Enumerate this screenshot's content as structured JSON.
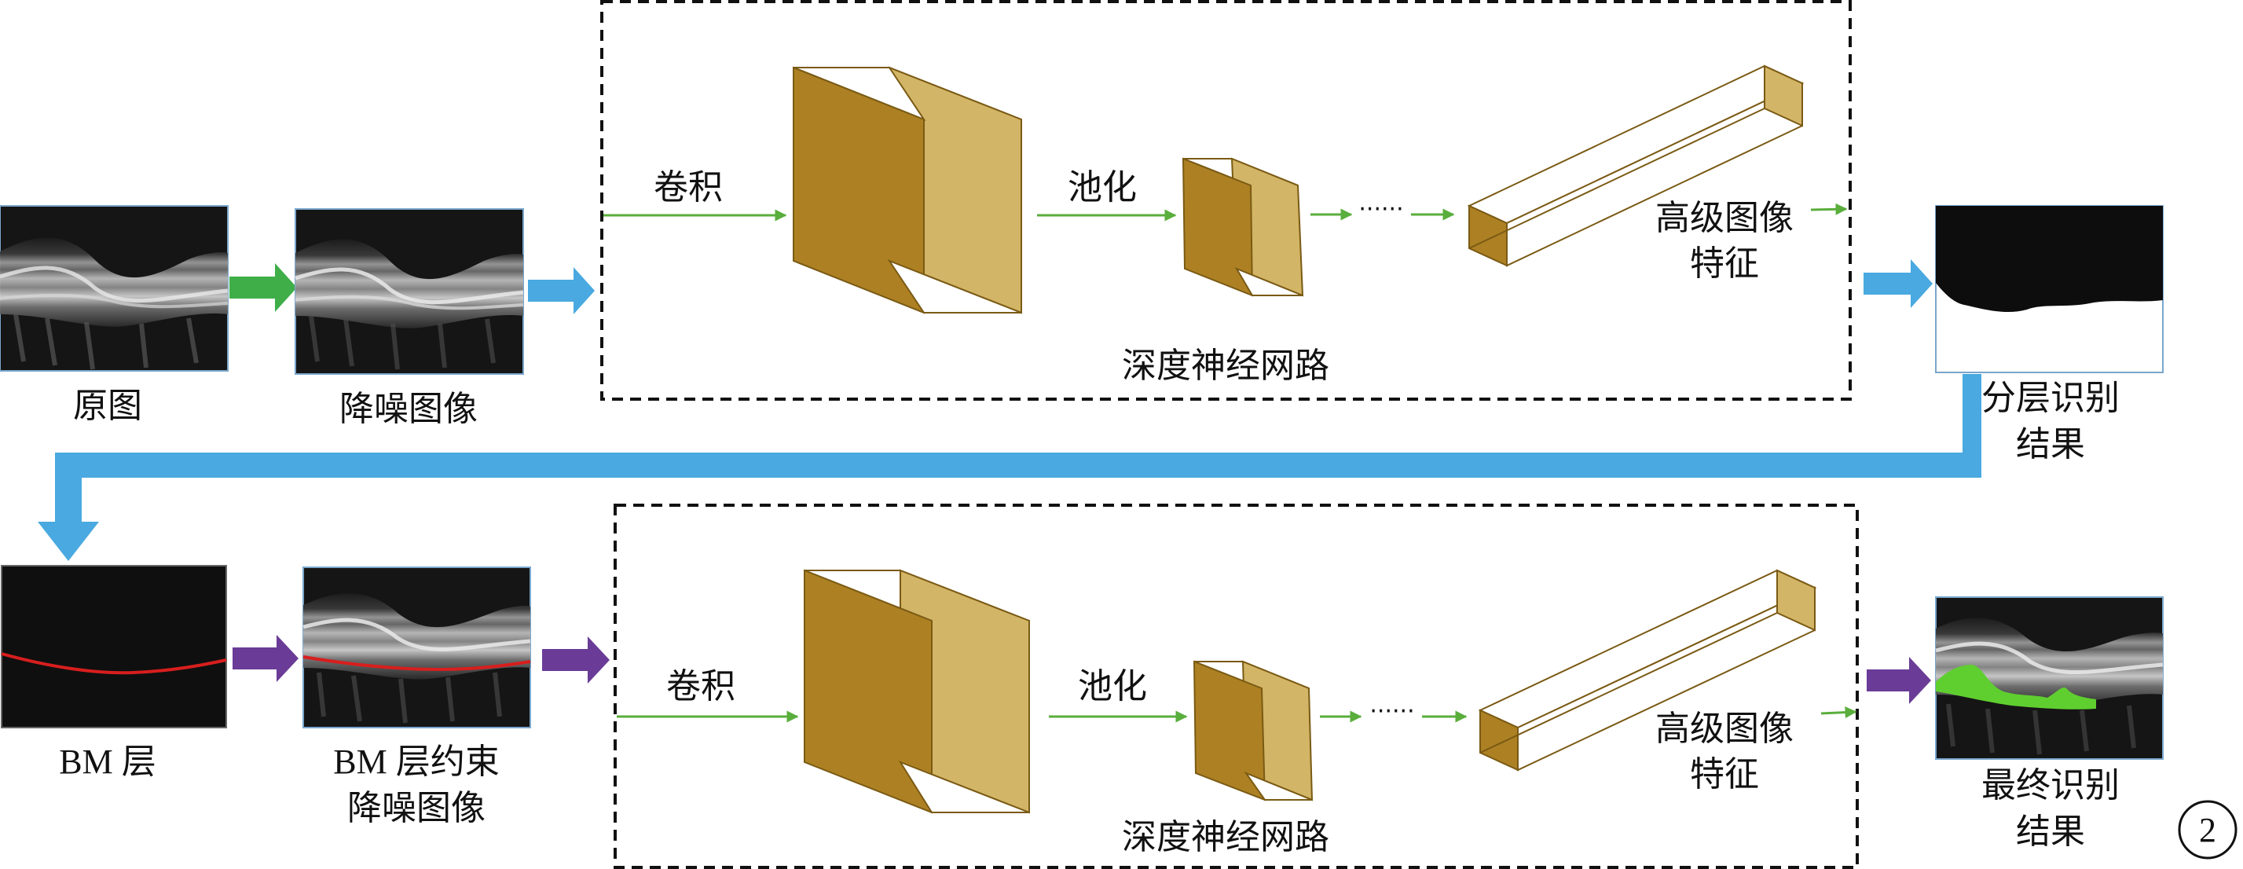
{
  "top_row": {
    "original_label": "原图",
    "denoised_label": "降噪图像",
    "conv_label": "卷积",
    "pool_label": "池化",
    "dots": "······",
    "feature_label_line1": "高级图像",
    "feature_label_line2": "特征",
    "network_label": "深度神经网路",
    "result_label_line1": "分层识别",
    "result_label_line2": "结果"
  },
  "bottom_row": {
    "bm_label": "BM 层",
    "bm_denoised_line1": "BM 层约束",
    "bm_denoised_line2": "降噪图像",
    "conv_label": "卷积",
    "pool_label": "池化",
    "dots": "······",
    "feature_label_line1": "高级图像",
    "feature_label_line2": "特征",
    "network_label": "深度神经网路",
    "final_label_line1": "最终识别",
    "final_label_line2": "结果"
  },
  "figure_number": "2",
  "colors": {
    "green_arrow": "#3fae49",
    "blue_arrow": "#49a9e0",
    "purple_arrow": "#6a3c97",
    "thin_arrow": "#5aae3c",
    "block_dark": "#ad8123",
    "block_light": "#d2b566",
    "bm_line": "#d81e1e",
    "segment_green": "#5fcf2f"
  }
}
